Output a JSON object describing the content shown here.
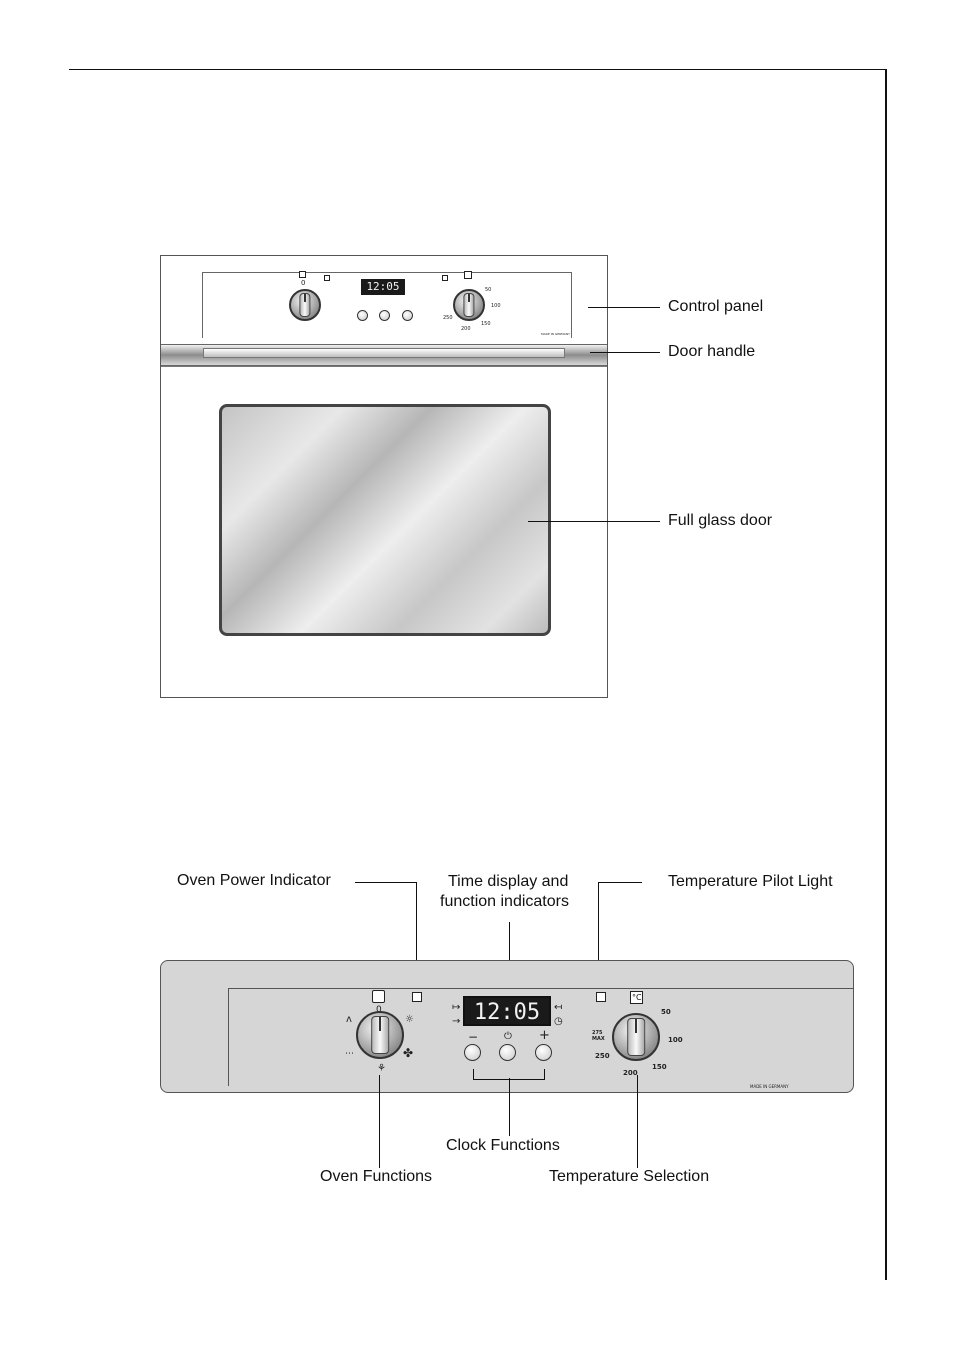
{
  "labels": {
    "control_panel": "Control panel",
    "door_handle": "Door handle",
    "full_glass_door": "Full glass door",
    "oven_power_indicator": "Oven Power Indicator",
    "time_display_line1": "Time display and",
    "time_display_line2": "function indicators",
    "temperature_pilot_light": "Temperature Pilot Light",
    "clock_functions": "Clock Functions",
    "oven_functions": "Oven Functions",
    "temperature_selection": "Temperature Selection"
  },
  "display": {
    "time": "12:05"
  },
  "clock_buttons": {
    "minus": "−",
    "clock": "⏻",
    "plus": "+"
  },
  "temperature_scale": {
    "t50": "50",
    "t100": "100",
    "t150": "150",
    "t200": "200",
    "t250": "250",
    "t275": "275",
    "max": "MAX"
  },
  "oven_function_knob": {
    "zero": "0"
  },
  "panel_small_print": "MADE IN GERMANY"
}
